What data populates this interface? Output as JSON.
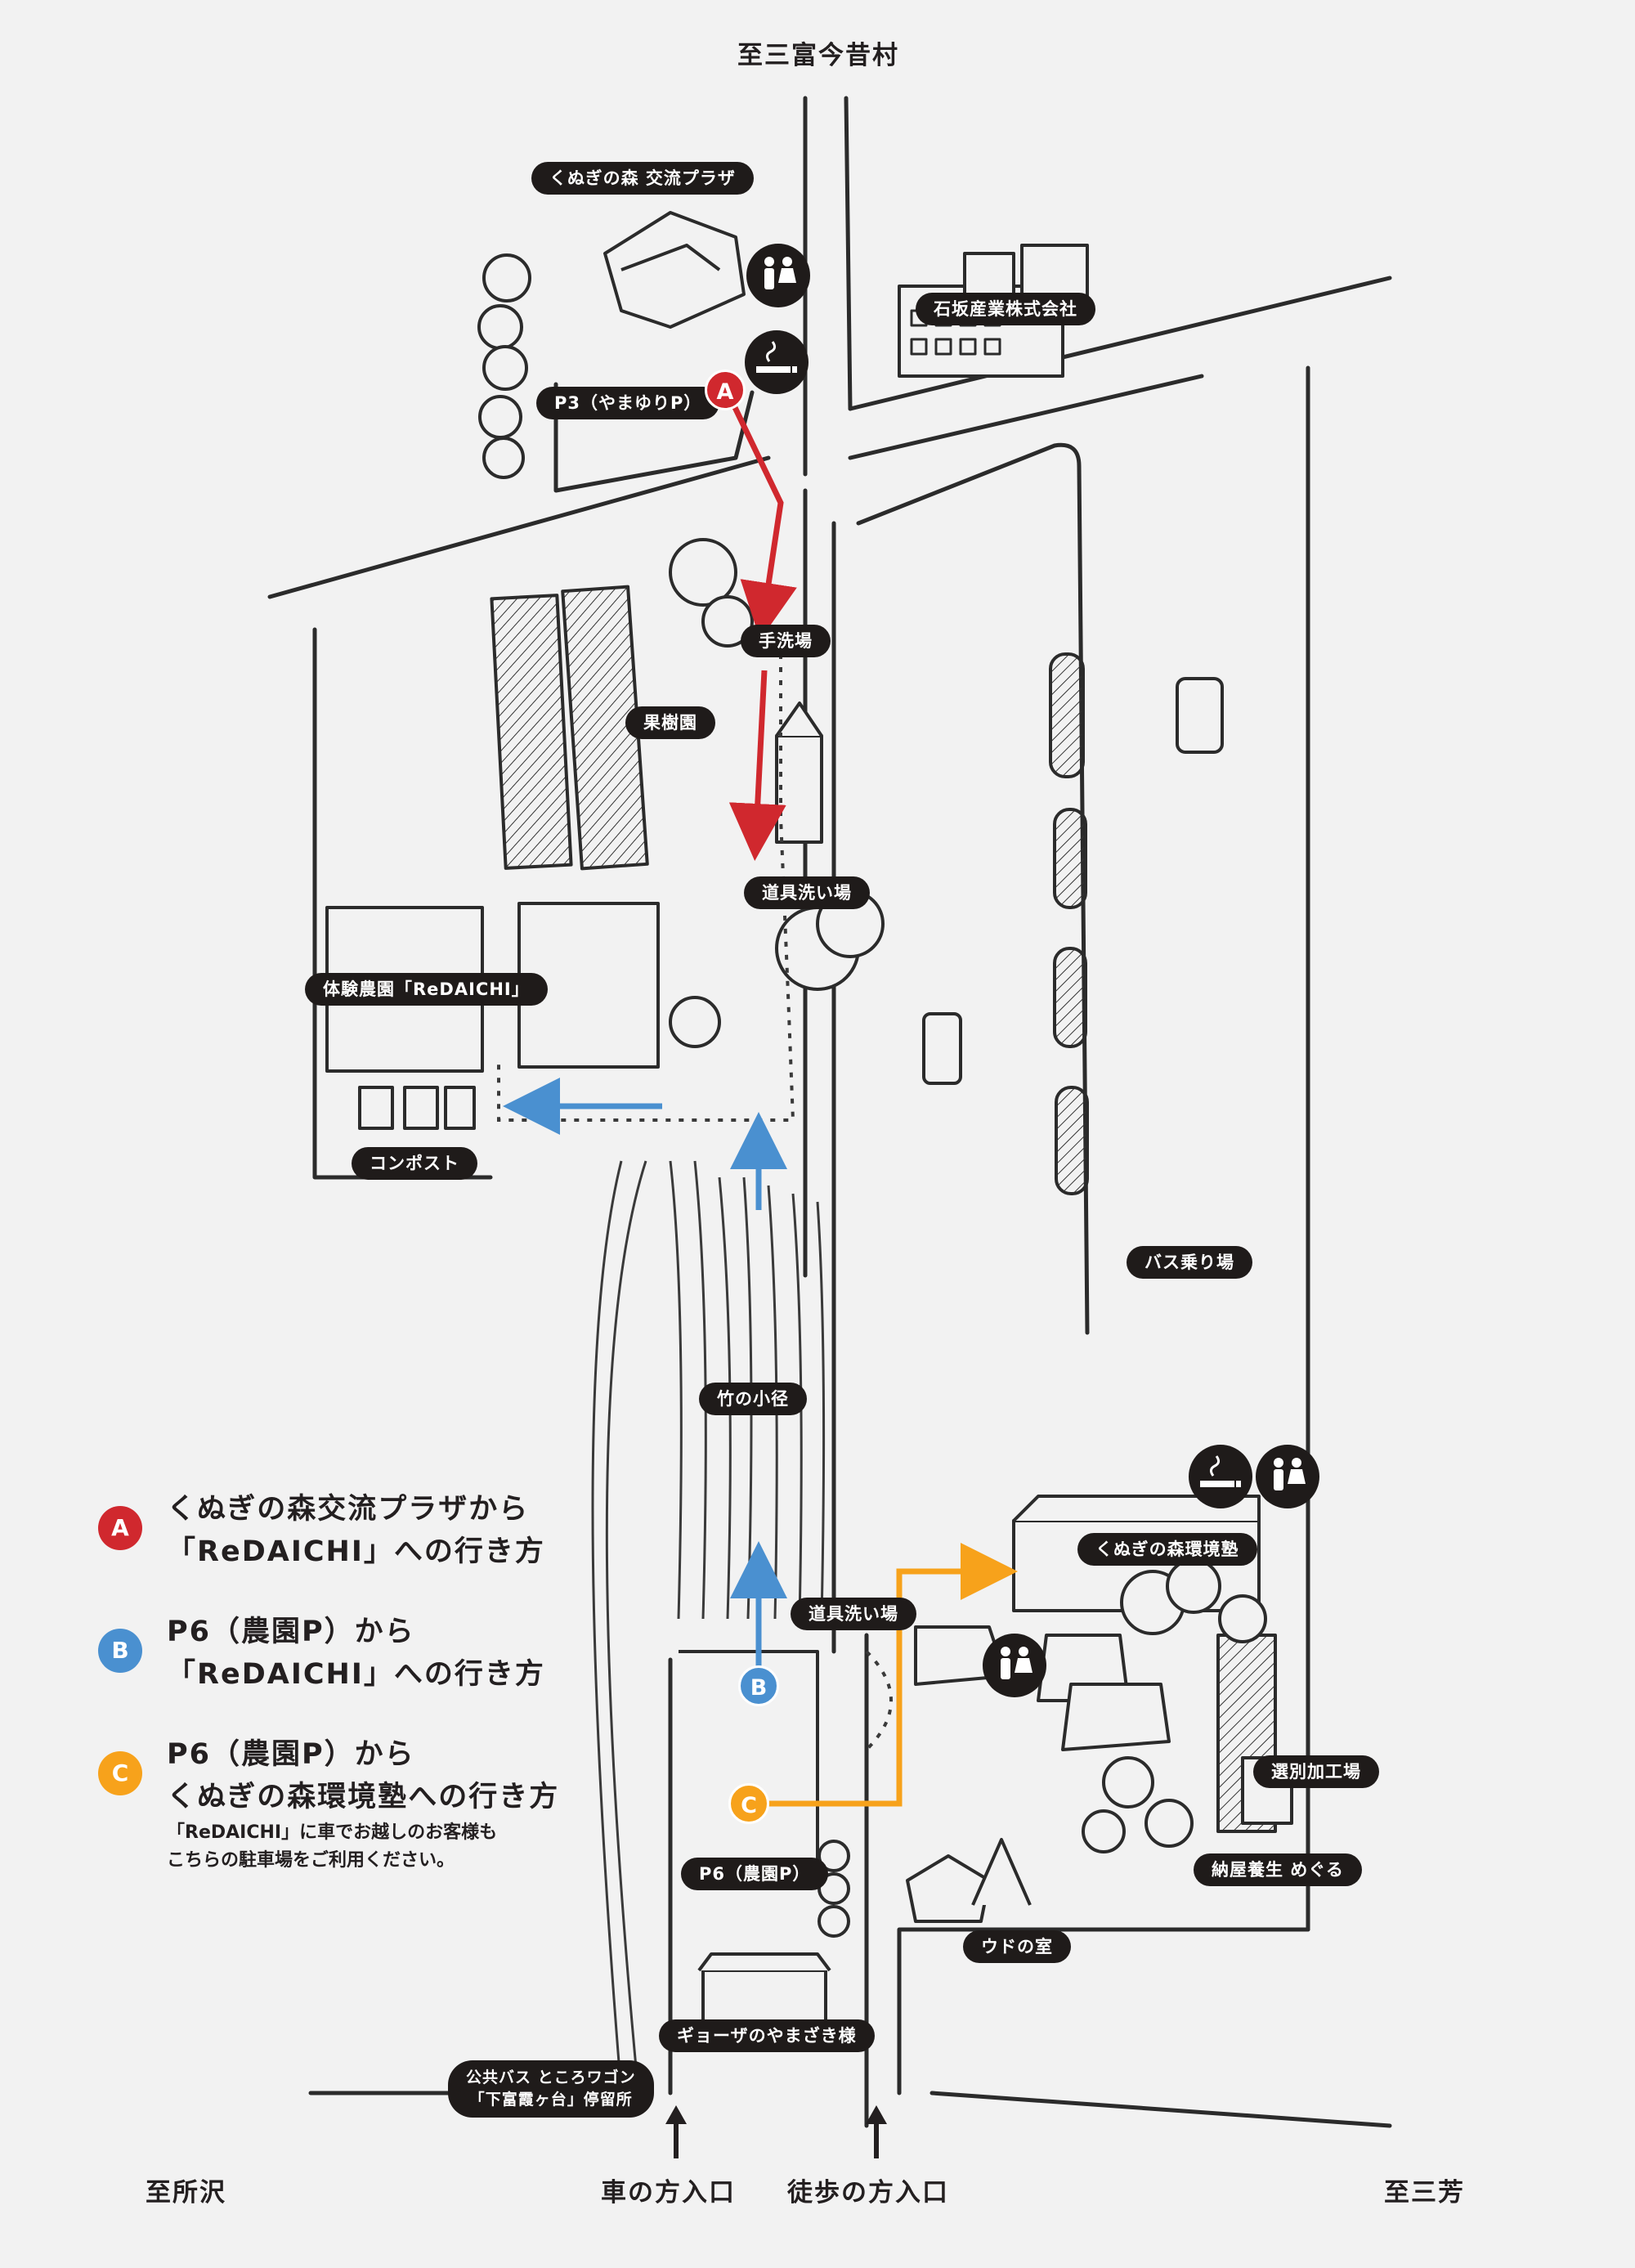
{
  "directions": {
    "north": "至三富今昔村",
    "west": "至所沢",
    "east": "至三芳",
    "car_entrance": "車の方入口",
    "walk_entrance": "徒歩の方入口"
  },
  "places": {
    "plaza": "くぬぎの森 交流プラザ",
    "ishizaka": "石坂産業株式会社",
    "p3": "P3（やまゆりP）",
    "handwash": "手洗場",
    "orchard": "果樹園",
    "tool_wash_1": "道具洗い場",
    "farm": "体験農園「ReDAICHI」",
    "compost": "コンポスト",
    "bus_stop": "バス乗り場",
    "bamboo_path": "竹の小径",
    "juku": "くぬぎの森環境塾",
    "tool_wash_2": "道具洗い場",
    "sorting": "選別加工場",
    "natto": "納屋養生 めぐる",
    "p6": "P6（農園P）",
    "udo": "ウドの室",
    "gyoza": "ギョーザのやまざき様",
    "public_bus_line1": "公共バス ところワゴン",
    "public_bus_line2": "「下富霞ヶ台」停留所"
  },
  "markers": {
    "a": "A",
    "b": "B",
    "c": "C"
  },
  "legend": {
    "a_badge": "A",
    "a_line1": "くぬぎの森交流プラザから",
    "a_line2": "「ReDAICHI」への行き方",
    "b_badge": "B",
    "b_line1": "P6（農園P）から",
    "b_line2": "「ReDAICHI」への行き方",
    "c_badge": "C",
    "c_line1": "P6（農園P）から",
    "c_line2": "くぬぎの森環境塾への行き方",
    "note_line1": "「ReDAICHI」に車でお越しのお客様も",
    "note_line2": "こちらの駐車場をご利用ください。"
  },
  "icons": {
    "toilet_1": "toilet-icon",
    "smoking_1": "smoking-area-icon",
    "smoking_2": "smoking-area-icon",
    "toilet_2": "toilet-icon",
    "toilet_3": "toilet-icon"
  },
  "colors": {
    "route_a": "#d0282e",
    "route_b": "#4a90d0",
    "route_c": "#f7a21b",
    "label_bg": "#1f1b1a",
    "ink": "#231f20",
    "background": "#f2f2f2"
  }
}
